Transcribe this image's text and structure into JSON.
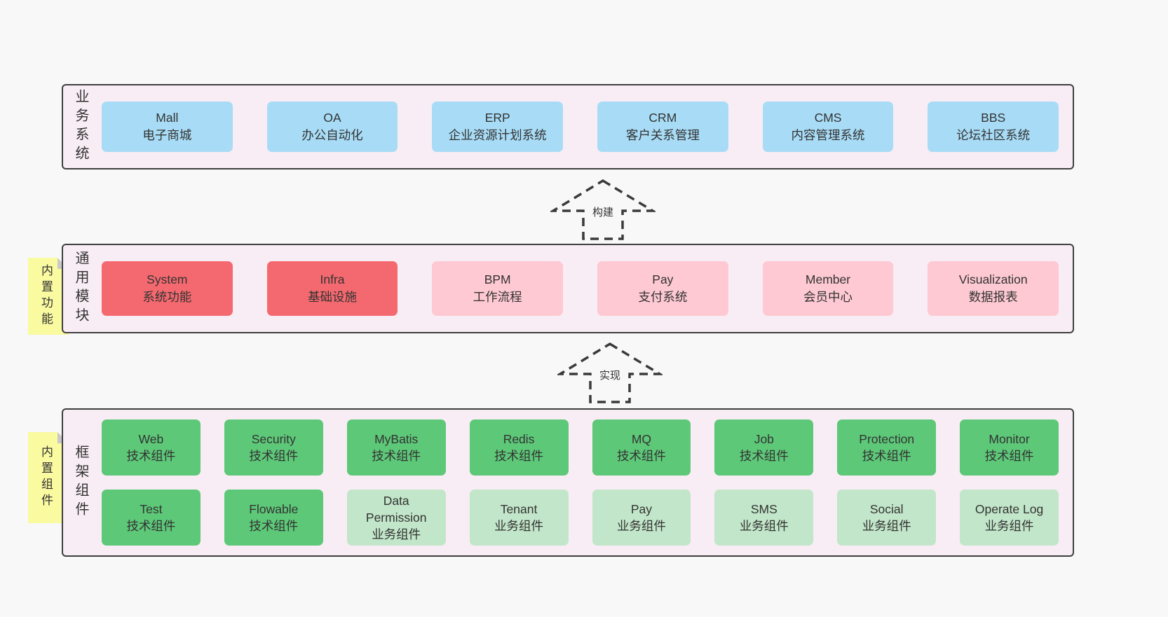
{
  "page": {
    "background": "#f8f8f8"
  },
  "colors": {
    "layer_fill": "#f8edf4",
    "layer_border": "#3f3f3f",
    "blue_box": "#a8dcf6",
    "red_box": "#f4696f",
    "pink_box": "#fec9d2",
    "green_box": "#5dc878",
    "light_green_box": "#c2e6c9",
    "sticky_note": "#fafaa0",
    "text": "#333333"
  },
  "arrows": [
    {
      "label": "构建"
    },
    {
      "label": "实现"
    }
  ],
  "layers": [
    {
      "label": "业务系统",
      "boxes": [
        {
          "title": "Mall",
          "subtitle": "电子商城",
          "variant": "blue"
        },
        {
          "title": "OA",
          "subtitle": "办公自动化",
          "variant": "blue"
        },
        {
          "title": "ERP",
          "subtitle": "企业资源计划系统",
          "variant": "blue"
        },
        {
          "title": "CRM",
          "subtitle": "客户关系管理",
          "variant": "blue"
        },
        {
          "title": "CMS",
          "subtitle": "内容管理系统",
          "variant": "blue"
        },
        {
          "title": "BBS",
          "subtitle": "论坛社区系统",
          "variant": "blue"
        }
      ]
    },
    {
      "label": "通用模块",
      "note": "内置功能",
      "boxes": [
        {
          "title": "System",
          "subtitle": "系统功能",
          "variant": "red"
        },
        {
          "title": "Infra",
          "subtitle": "基础设施",
          "variant": "red"
        },
        {
          "title": "BPM",
          "subtitle": "工作流程",
          "variant": "pink"
        },
        {
          "title": "Pay",
          "subtitle": "支付系统",
          "variant": "pink"
        },
        {
          "title": "Member",
          "subtitle": "会员中心",
          "variant": "pink"
        },
        {
          "title": "Visualization",
          "subtitle": "数据报表",
          "variant": "pink"
        }
      ]
    },
    {
      "label": "框架组件",
      "note": "内置组件",
      "rows": [
        [
          {
            "title": "Web",
            "subtitle": "技术组件",
            "variant": "green"
          },
          {
            "title": "Security",
            "subtitle": "技术组件",
            "variant": "green"
          },
          {
            "title": "MyBatis",
            "subtitle": "技术组件",
            "variant": "green"
          },
          {
            "title": "Redis",
            "subtitle": "技术组件",
            "variant": "green"
          },
          {
            "title": "MQ",
            "subtitle": "技术组件",
            "variant": "green"
          },
          {
            "title": "Job",
            "subtitle": "技术组件",
            "variant": "green"
          },
          {
            "title": "Protection",
            "subtitle": "技术组件",
            "variant": "green"
          },
          {
            "title": "Monitor",
            "subtitle": "技术组件",
            "variant": "green"
          }
        ],
        [
          {
            "title": "Test",
            "subtitle": "技术组件",
            "variant": "green"
          },
          {
            "title": "Flowable",
            "subtitle": "技术组件",
            "variant": "green"
          },
          {
            "title": "Data Permission",
            "subtitle": "业务组件",
            "variant": "lightgreen"
          },
          {
            "title": "Tenant",
            "subtitle": "业务组件",
            "variant": "lightgreen"
          },
          {
            "title": "Pay",
            "subtitle": "业务组件",
            "variant": "lightgreen"
          },
          {
            "title": "SMS",
            "subtitle": "业务组件",
            "variant": "lightgreen"
          },
          {
            "title": "Social",
            "subtitle": "业务组件",
            "variant": "lightgreen"
          },
          {
            "title": "Operate Log",
            "subtitle": "业务组件",
            "variant": "lightgreen"
          }
        ]
      ]
    }
  ]
}
